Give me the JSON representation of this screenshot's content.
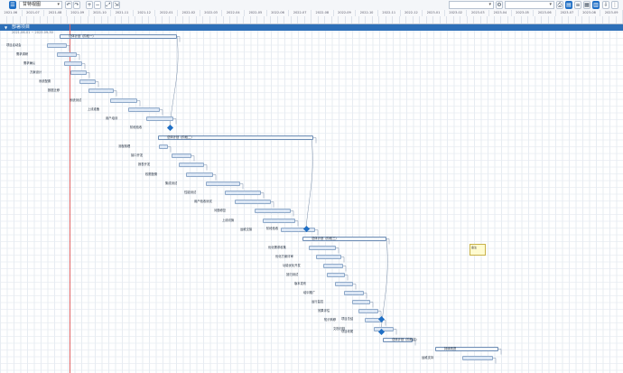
{
  "toolbar": {
    "view_select": "甘特视图",
    "zoom_select": "",
    "search_select": ""
  },
  "timescale": {
    "months": [
      "2021-06",
      "2021-07",
      "2021-08",
      "2021-09",
      "2021-10",
      "2021-11",
      "2021-12",
      "2022-01",
      "2022-02",
      "2022-03",
      "2022-04",
      "2022-05",
      "2022-06",
      "2022-07",
      "2022-08",
      "2022-09",
      "2022-10",
      "2022-11",
      "2022-12",
      "2023-01",
      "2023-02",
      "2023-03",
      "2023-04",
      "2023-05",
      "2023-06",
      "2023-07",
      "2023-08",
      "2023-09"
    ]
  },
  "project": {
    "title": "部署项目",
    "subtitle": "2021-06-01 ~ 2023-09-30"
  },
  "tasks": [
    {
      "name": "总体计划（阶段一）",
      "type": "summary"
    },
    {
      "name": "项目启动会",
      "type": "task"
    },
    {
      "name": "需求调研",
      "type": "task"
    },
    {
      "name": "需求确认",
      "type": "task"
    },
    {
      "name": "方案设计",
      "type": "task"
    },
    {
      "name": "系统配置",
      "type": "task"
    },
    {
      "name": "数据迁移",
      "type": "task"
    },
    {
      "name": "系统测试",
      "type": "task"
    },
    {
      "name": "上线准备",
      "type": "task"
    },
    {
      "name": "用户培训",
      "type": "task"
    },
    {
      "name": "阶段验收",
      "type": "milestone"
    },
    {
      "name": "总体计划（阶段二）",
      "type": "summary"
    },
    {
      "name": "流程梳理",
      "type": "task"
    },
    {
      "name": "接口开发",
      "type": "task"
    },
    {
      "name": "报表开发",
      "type": "task"
    },
    {
      "name": "权限配置",
      "type": "task"
    },
    {
      "name": "集成测试",
      "type": "task"
    },
    {
      "name": "性能测试",
      "type": "task"
    },
    {
      "name": "用户验收测试",
      "type": "task"
    },
    {
      "name": "问题修复",
      "type": "task"
    },
    {
      "name": "上线切换",
      "type": "task"
    },
    {
      "name": "运维交接",
      "type": "task"
    },
    {
      "name": "阶段验收",
      "type": "milestone"
    },
    {
      "name": "总体计划（阶段三）",
      "type": "summary"
    },
    {
      "name": "优化需求收集",
      "type": "task"
    },
    {
      "name": "优化方案评审",
      "type": "task"
    },
    {
      "name": "功能优化开发",
      "type": "task"
    },
    {
      "name": "回归测试",
      "type": "task"
    },
    {
      "name": "版本发布",
      "type": "task"
    },
    {
      "name": "培训推广",
      "type": "task"
    },
    {
      "name": "运行监控",
      "type": "task"
    },
    {
      "name": "效果评估",
      "type": "task"
    },
    {
      "name": "知识转移",
      "type": "task"
    },
    {
      "name": "文档归档",
      "type": "task"
    },
    {
      "name": "项目总结",
      "type": "milestone"
    },
    {
      "name": "项目收尾",
      "type": "milestone"
    },
    {
      "name": "总体计划（阶段四）",
      "type": "summary"
    },
    {
      "name": "持续改进",
      "type": "summary"
    },
    {
      "name": "运维支持",
      "type": "task"
    }
  ],
  "note": {
    "text": "备注"
  }
}
